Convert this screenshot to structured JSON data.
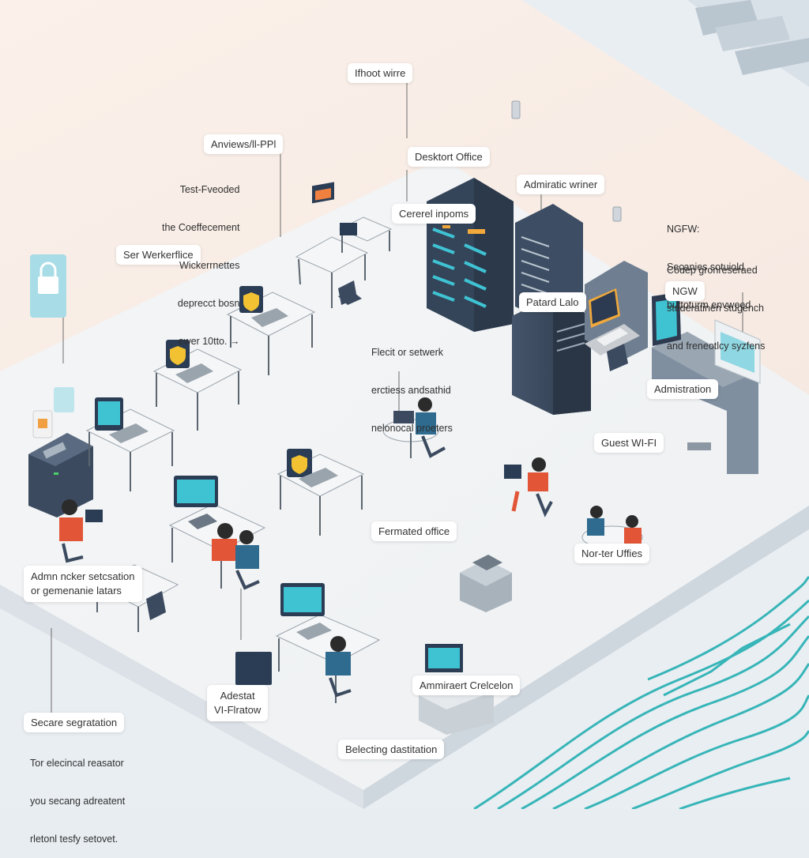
{
  "labels": {
    "ethernet": "Ifhoot wirre",
    "anviews": "Anviews/ll-PPl",
    "desktop_office": "Desktort Office",
    "admiratic": "Admiratic wriner",
    "cereral": "Cererel inpoms",
    "ser_worker": "Ser Werkerflice",
    "patard_lab": "Patard Lalo",
    "ngw": "NGW",
    "administration": "Admistration",
    "guest_wifi": "Guest WI-FI",
    "fermated_office": "Fermated office",
    "noster_uffies": "Nor-ter Uffies",
    "admin_secsation": [
      "Admn ncker setcsation",
      "or gemenanie latars"
    ],
    "adestat": [
      "Adestat",
      "VI-Flratow"
    ],
    "amminaert": "Ammiraert Crelcelon",
    "secure_segmentation": "Secare segratation",
    "belecting": "Belecting dastitation"
  },
  "notes": {
    "left_top": [
      "Test-Fveoded",
      "the Coeffecement",
      "Wickerrnettes",
      "deprecct bosn",
      "ewer 10tto. →"
    ],
    "ngfw": [
      "NGFW:",
      "Secanies sotuiold",
      "buttoturm envweed"
    ],
    "codep": [
      "Codep gronreseraed",
      "studeratinen stugench",
      "and freneotlcy syzfens"
    ],
    "flecit": [
      "Flecit or setwerk",
      "erctiess andsathid",
      "nelonocal proeters"
    ],
    "bottom_left": [
      "Tor elecincal reasator",
      "you secang adreatent",
      "rletonl tesfy setovet."
    ]
  },
  "colors": {
    "floor": "#f3f5f6",
    "wall": "#f9ede6",
    "rack": "#3b4a5f",
    "screen": "#3fc3d3",
    "cable": "#37b5b8",
    "person_red": "#e25536",
    "person_blue": "#2e6b8f",
    "shield": "#f2c232"
  },
  "icons": [
    "lock-icon",
    "shield-icon",
    "server-rack",
    "workstation",
    "monitor",
    "laptop",
    "router"
  ]
}
